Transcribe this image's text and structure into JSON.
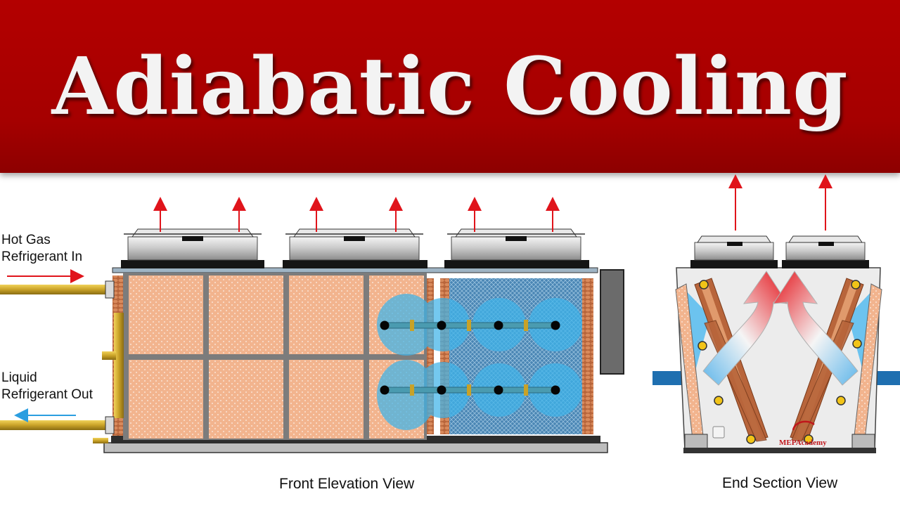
{
  "title": "Adiabatic Cooling",
  "labels": {
    "hot_gas_line1": "Hot Gas",
    "hot_gas_line2": "Refrigerant In",
    "liquid_line1": "Liquid",
    "liquid_line2": "Refrigerant Out"
  },
  "captions": {
    "front": "Front Elevation View",
    "end": "End Section View"
  },
  "logo_text": "MEPAcademy",
  "colors": {
    "banner": "#a80000",
    "hot_arrow": "#e0141b",
    "cold_arrow": "#2b9ee0",
    "pad": "#f2b48e",
    "spray": "#3fb4ea",
    "pipe": "#c9a227"
  }
}
